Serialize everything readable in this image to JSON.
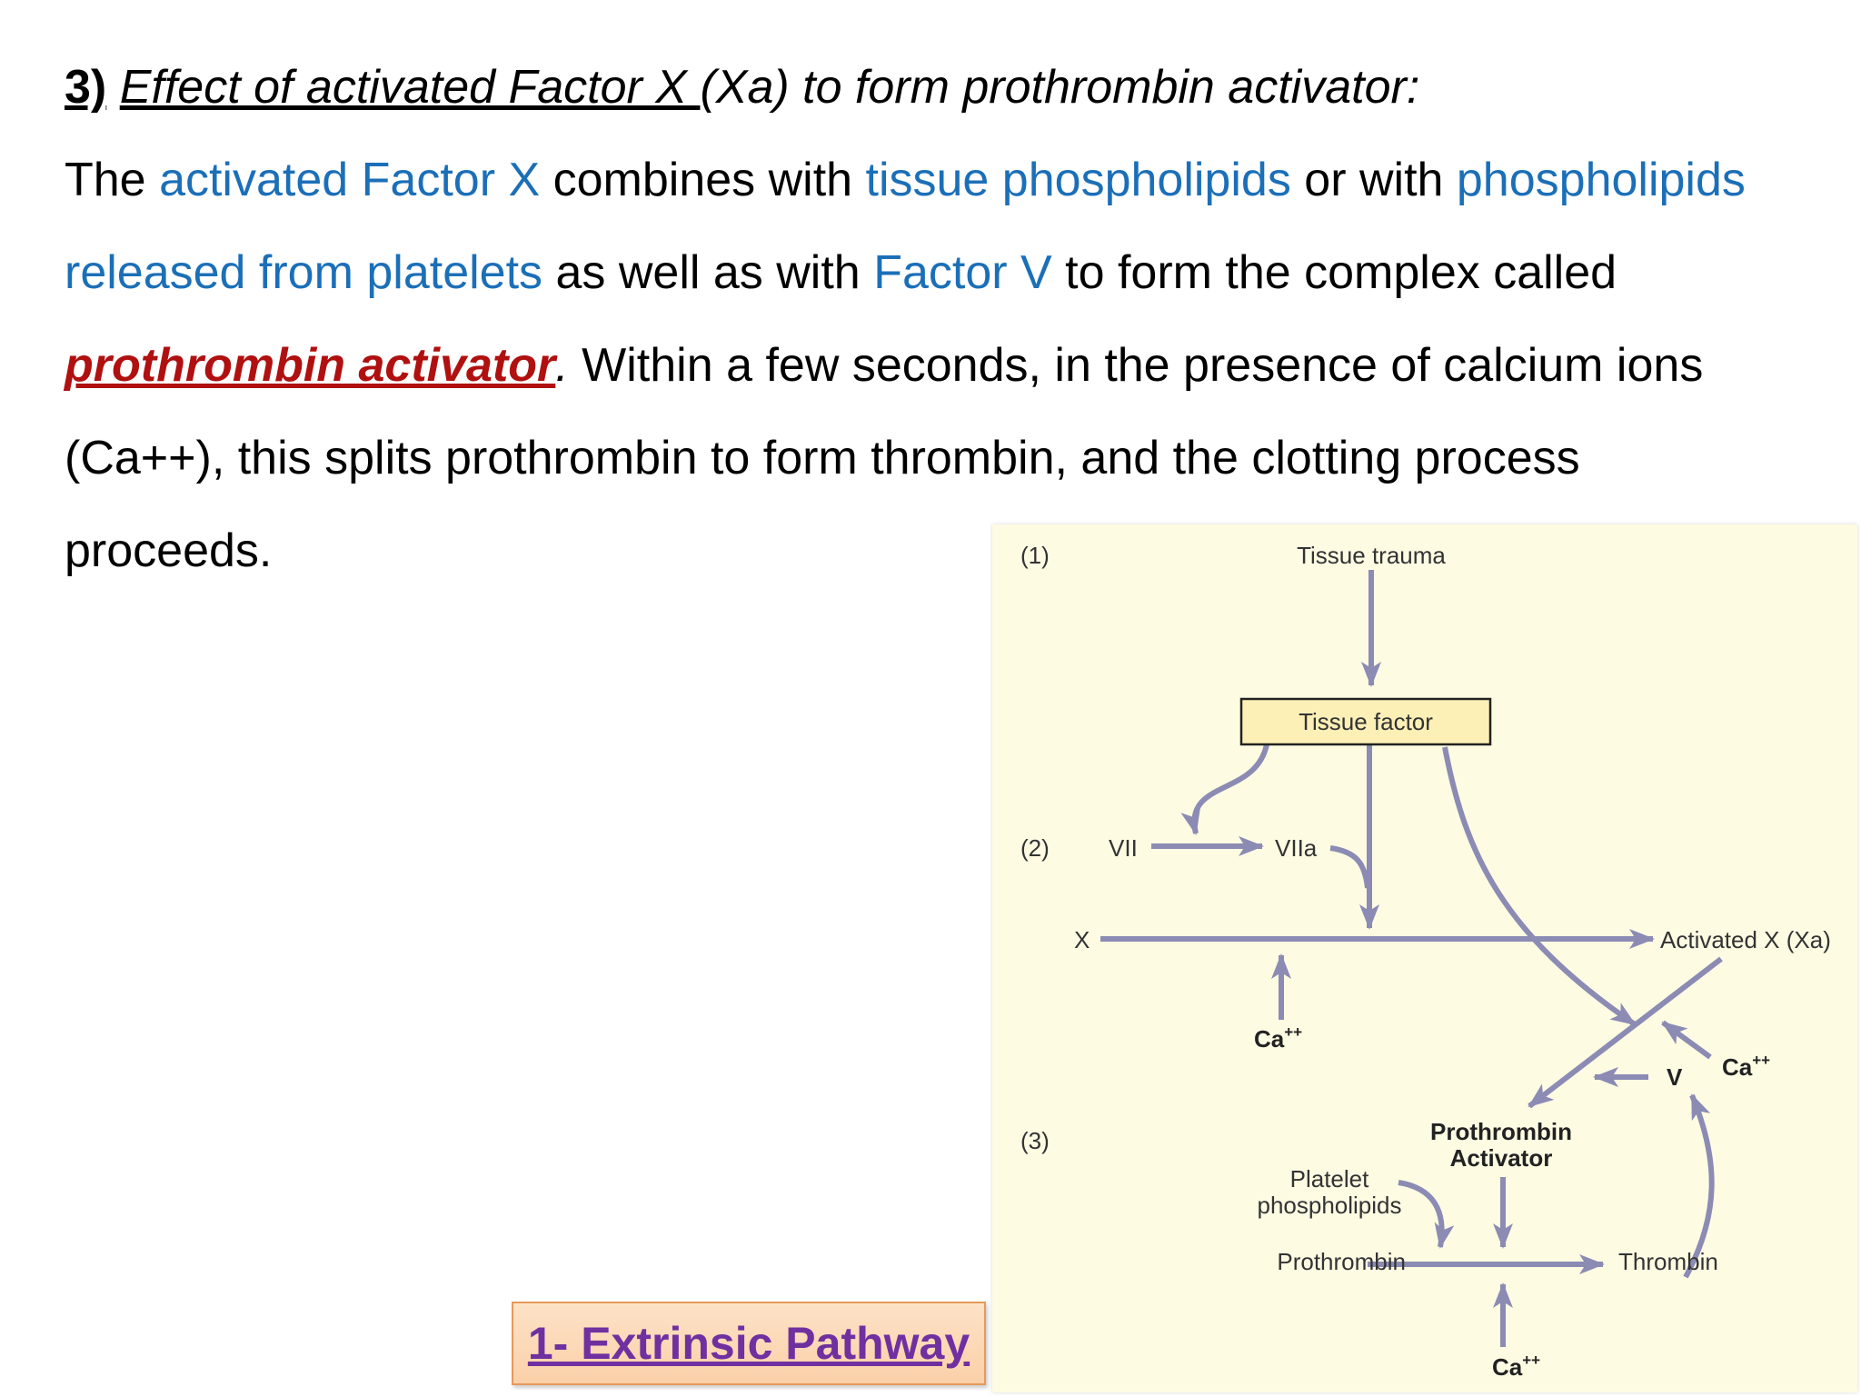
{
  "heading": {
    "number": "3)",
    "title_underlined": "Effect of activated Factor X ",
    "title_rest": "(Xa) to form prothrombin activator:"
  },
  "paragraph": {
    "l1_a": "The ",
    "l1_b": "activated Factor X",
    "l1_c": " combines with ",
    "l1_d": "tissue phospholipids",
    "l1_e": " or with ",
    "l1_f": "phospholipids",
    "l2_a": "released from platelets",
    "l2_b": " as well as with ",
    "l2_c": "Factor V",
    "l2_d": " to form the complex called",
    "l3_a": "prothrombin activator",
    "l3_b": ".",
    "l3_c": " Within a few seconds, in the presence of calcium ions",
    "l4": "(Ca++), this splits prothrombin to form thrombin, and the clotting process",
    "l5": "proceeds."
  },
  "pathway_button": {
    "label": "1- Extrinsic Pathway"
  },
  "diagram": {
    "step1": "(1)",
    "step2": "(2)",
    "step3": "(3)",
    "tissue_trauma": "Tissue trauma",
    "tissue_factor": "Tissue factor",
    "vii": "VII",
    "viia": "VIIa",
    "x": "X",
    "activated_x": "Activated X (Xa)",
    "ca1": "Ca",
    "ca1_sup": "++",
    "ca2": "Ca",
    "ca2_sup": "++",
    "ca3": "Ca",
    "ca3_sup": "++",
    "v": "V",
    "prothrombin_activator_1": "Prothrombin",
    "prothrombin_activator_2": "Activator",
    "platelet_phospholipids_1": "Platelet",
    "platelet_phospholipids_2": "phospholipids",
    "prothrombin": "Prothrombin",
    "thrombin": "Thrombin",
    "colors": {
      "arrow": "#8b8bb4",
      "box_fill": "#fdf0b6",
      "background": "#fefbe3"
    }
  }
}
